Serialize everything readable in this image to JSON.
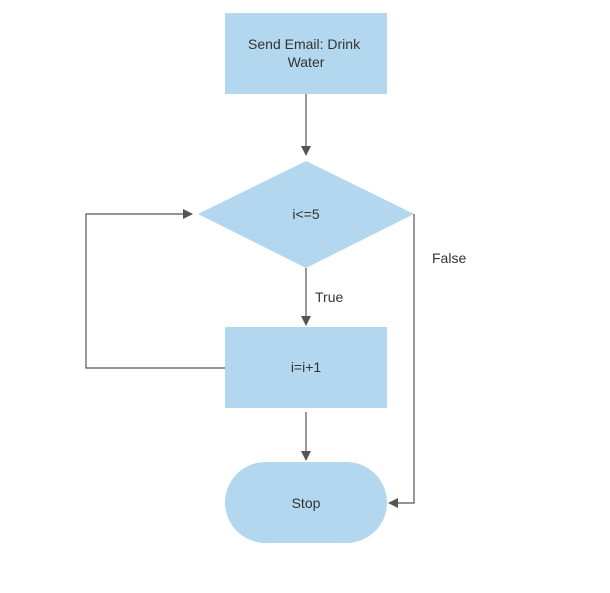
{
  "colors": {
    "node_fill": "#b3d7ef",
    "edge": "#555555",
    "text": "#333333",
    "background": "#ffffff"
  },
  "nodes": {
    "send_email": {
      "shape": "rectangle",
      "line1": "Send Email: Drink",
      "line2": "Water"
    },
    "condition": {
      "shape": "diamond",
      "label": "i<=5"
    },
    "increment": {
      "shape": "rectangle",
      "label": "i=i+1"
    },
    "stop": {
      "shape": "terminator",
      "label": "Stop"
    }
  },
  "edges": {
    "true_label": "True",
    "false_label": "False"
  }
}
